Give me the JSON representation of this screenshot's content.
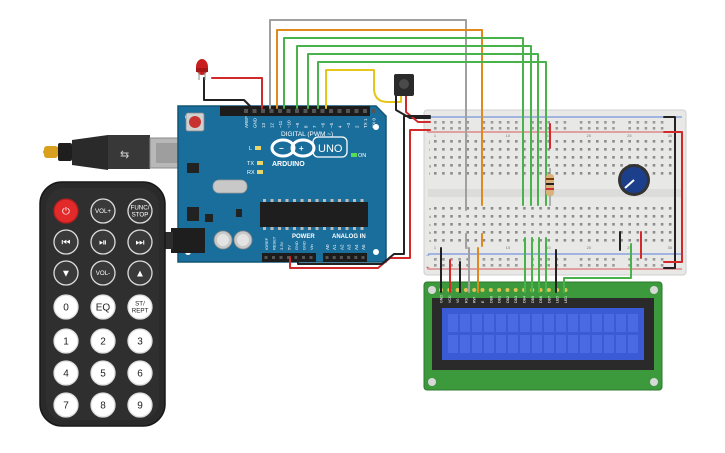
{
  "arduino": {
    "brand": "ARDUINO",
    "model": "UNO",
    "on_label": "ON",
    "tx_label": "TX",
    "rx_label": "RX",
    "l_label": "L",
    "digital_label": "DIGITAL (PWM ~)",
    "power_label": "POWER",
    "analog_label": "ANALOG IN",
    "aref_label": "AREF",
    "gnd_label": "GND",
    "digital_pins": [
      "13",
      "12",
      "~11",
      "~10",
      "~9",
      "8",
      "7",
      "~6",
      "~5",
      "4",
      "~3",
      "2",
      "TX 1",
      "RX 0"
    ],
    "power_pins": [
      "IOREF",
      "RESET",
      "3.3V",
      "5V",
      "GND",
      "GND",
      "Vin"
    ],
    "analog_pins": [
      "A0",
      "A1",
      "A2",
      "A3",
      "A4",
      "A5"
    ]
  },
  "breadboard": {
    "col_numbers": [
      "1",
      "5",
      "10",
      "15",
      "20",
      "25",
      "30"
    ],
    "row_letters_top": [
      "a",
      "b",
      "c",
      "d",
      "e"
    ],
    "row_letters_bottom": [
      "f",
      "g",
      "h",
      "i",
      "j"
    ]
  },
  "lcd": {
    "pin_labels": [
      "GND",
      "VCC",
      "V0",
      "RS",
      "RW",
      "E",
      "DB0",
      "DB1",
      "DB2",
      "DB3",
      "DB4",
      "DB5",
      "DB6",
      "DB7",
      "LED",
      "LED"
    ]
  },
  "remote": {
    "rows": [
      [
        {
          "id": "power",
          "label": "⏻",
          "kind": "power"
        },
        {
          "id": "vol-up",
          "label": "VOL+",
          "kind": "dark"
        },
        {
          "id": "func-stop",
          "label": "FUNC/\nSTOP",
          "kind": "dark"
        }
      ],
      [
        {
          "id": "prev",
          "label": "⏮",
          "kind": "dark"
        },
        {
          "id": "play-pause",
          "label": "⏯",
          "kind": "dark"
        },
        {
          "id": "next",
          "label": "⏭",
          "kind": "dark"
        }
      ],
      [
        {
          "id": "down",
          "label": "▼",
          "kind": "dark"
        },
        {
          "id": "vol-down",
          "label": "VOL-",
          "kind": "dark"
        },
        {
          "id": "up",
          "label": "▲",
          "kind": "dark"
        }
      ],
      [
        {
          "id": "0",
          "label": "0",
          "kind": "light"
        },
        {
          "id": "eq",
          "label": "EQ",
          "kind": "light"
        },
        {
          "id": "st-rept",
          "label": "ST/\nREPT",
          "kind": "light"
        }
      ],
      [
        {
          "id": "1",
          "label": "1",
          "kind": "light"
        },
        {
          "id": "2",
          "label": "2",
          "kind": "light"
        },
        {
          "id": "3",
          "label": "3",
          "kind": "light"
        }
      ],
      [
        {
          "id": "4",
          "label": "4",
          "kind": "light"
        },
        {
          "id": "5",
          "label": "5",
          "kind": "light"
        },
        {
          "id": "6",
          "label": "6",
          "kind": "light"
        }
      ],
      [
        {
          "id": "7",
          "label": "7",
          "kind": "light"
        },
        {
          "id": "8",
          "label": "8",
          "kind": "light"
        },
        {
          "id": "9",
          "label": "9",
          "kind": "light"
        }
      ]
    ]
  },
  "colors": {
    "arduino_blue": "#1a6e9c",
    "breadboard": "#e8e8e6",
    "lcd_pcb": "#3c9a3c",
    "lcd_screen": "#3b5bd6",
    "remote_body": "#2a2a2a",
    "wire_green": "#4ab24a",
    "wire_orange": "#e08a1e",
    "wire_gray": "#a0a0a0",
    "wire_yellow": "#e6c619",
    "wire_red": "#d22a2a",
    "wire_black": "#222222",
    "led_red": "#c81e1e",
    "pot_blue": "#1c3f8c"
  }
}
